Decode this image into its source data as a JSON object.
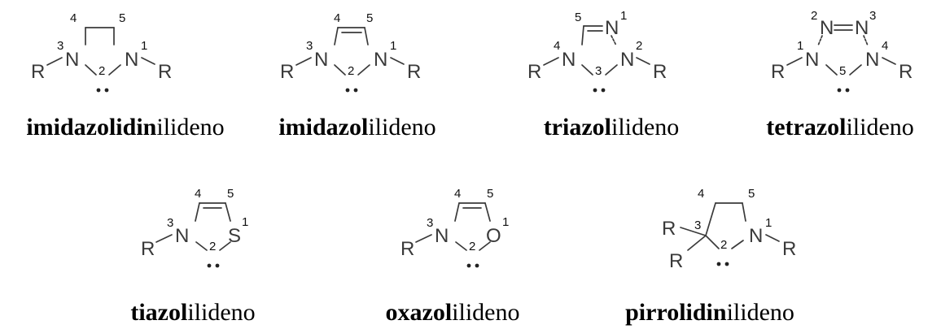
{
  "colors": {
    "bond": "#3a3a3a",
    "text": "#000000",
    "background": "#ffffff"
  },
  "structures": [
    {
      "id": "imidazolidinilideno",
      "caption_bold": "imidazolidin",
      "caption_rest": "ilideno",
      "labels": [
        "R",
        "N",
        "N",
        "R"
      ],
      "numbers": [
        "3",
        "1",
        "2",
        "4",
        "5"
      ]
    },
    {
      "id": "imidazolilideno",
      "caption_bold": "imidazol",
      "caption_rest": "ilideno",
      "labels": [
        "R",
        "N",
        "N",
        "R"
      ],
      "numbers": [
        "3",
        "1",
        "2",
        "4",
        "5"
      ]
    },
    {
      "id": "triazolilideno",
      "caption_bold": "triazol",
      "caption_rest": "ilideno",
      "labels": [
        "R",
        "N",
        "N",
        "N",
        "R"
      ],
      "numbers": [
        "4",
        "2",
        "3",
        "5",
        "1"
      ]
    },
    {
      "id": "tetrazolilideno",
      "caption_bold": "tetrazol",
      "caption_rest": "ilideno",
      "labels": [
        "R",
        "N",
        "N",
        "N",
        "N",
        "R"
      ],
      "numbers": [
        "1",
        "4",
        "5",
        "2",
        "3"
      ]
    },
    {
      "id": "tiazolilideno",
      "caption_bold": "tiazol",
      "caption_rest": "ilideno",
      "labels": [
        "R",
        "N",
        "S"
      ],
      "numbers": [
        "3",
        "1",
        "2",
        "4",
        "5"
      ]
    },
    {
      "id": "oxazolilideno",
      "caption_bold": "oxazol",
      "caption_rest": "ilideno",
      "labels": [
        "R",
        "N",
        "O"
      ],
      "numbers": [
        "3",
        "1",
        "2",
        "4",
        "5"
      ]
    },
    {
      "id": "pirrolidinilideno",
      "caption_bold": "pirrolidin",
      "caption_rest": "ilideno",
      "labels": [
        "R",
        "R",
        "N",
        "R"
      ],
      "numbers": [
        "3",
        "1",
        "2",
        "4",
        "5"
      ]
    }
  ]
}
